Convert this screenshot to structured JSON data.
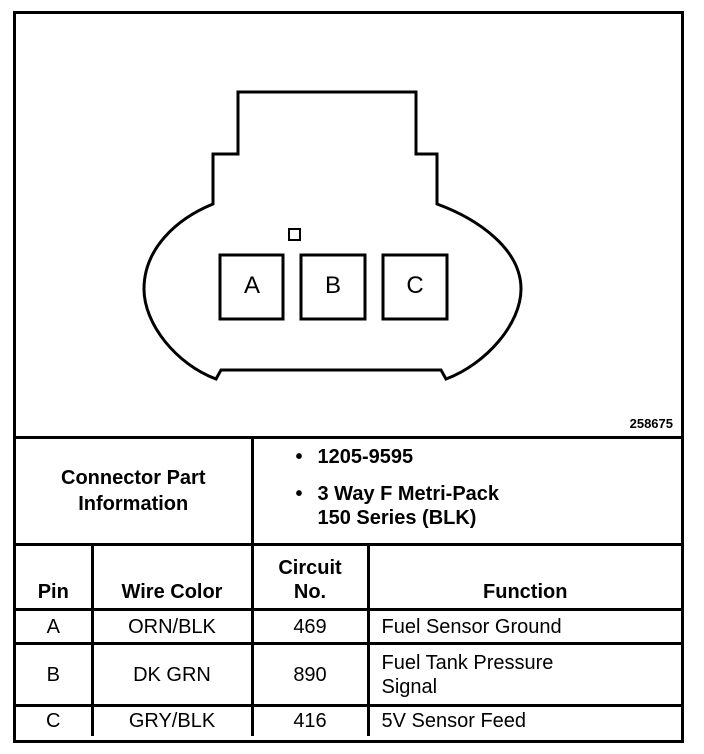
{
  "diagram": {
    "pins": [
      "A",
      "B",
      "C"
    ],
    "figure_id": "258675"
  },
  "connector": {
    "title_line1": "Connector Part",
    "title_line2": "Information",
    "items": [
      {
        "line1": "1205-9595",
        "line2": ""
      },
      {
        "line1": "3 Way F Metri-Pack",
        "line2": "150 Series (BLK)"
      }
    ]
  },
  "table": {
    "headers": {
      "pin": "Pin",
      "wire_color": "Wire Color",
      "circuit_line1": "Circuit",
      "circuit_line2": "No.",
      "function": "Function"
    },
    "rows": [
      {
        "pin": "A",
        "wire_color": "ORN/BLK",
        "circuit": "469",
        "function_line1": "Fuel Sensor Ground",
        "function_line2": ""
      },
      {
        "pin": "B",
        "wire_color": "DK GRN",
        "circuit": "890",
        "function_line1": "Fuel Tank Pressure",
        "function_line2": "Signal"
      },
      {
        "pin": "C",
        "wire_color": "GRY/BLK",
        "circuit": "416",
        "function_line1": "5V Sensor Feed",
        "function_line2": ""
      }
    ]
  }
}
